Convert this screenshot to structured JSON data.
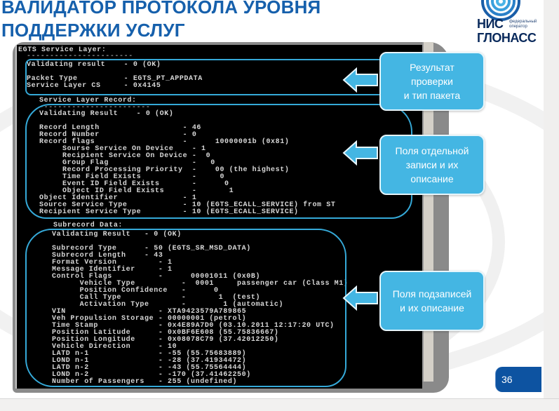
{
  "slide": {
    "title_line1": "ВАЛИДАТОР ПРОТОКОЛА УРОВНЯ",
    "title_line2": "ПОДДЕРЖКИ УСЛУГ",
    "page_number": "36",
    "colors": {
      "title": "#1660ac",
      "callout": "#44b6e3",
      "highlight": "#35a9d8",
      "page_badge": "#0d53a1"
    }
  },
  "logo": {
    "name_line1": "НИС",
    "name_line2": "ГЛОНАСС",
    "subtitle_line1": "федеральный",
    "subtitle_line2": "оператор",
    "icon": "signal-waves-icon"
  },
  "console": {
    "header": "EGTS Service Layer:",
    "separator": "-----------------------",
    "service_layer": [
      "Validating result    - 0 (OK)",
      "",
      "Packet Type          - EGTS_PT_APPDATA",
      "Service Layer CS     - 0x4145"
    ],
    "record_header": "Service Layer Record:",
    "record_separator": "------------------------",
    "record": [
      "Validating Result    - 0 (OK)",
      "",
      "Record Length                  - 46",
      "Record Number                  - 0",
      "Record flags                   -      10000001b (0x81)",
      "     Sourse Service On Device    - 1",
      "     Recipient Service On Device -  0",
      "     Group Flag                  -   0",
      "     Record Processing Priority  -    00 (the highest)",
      "     Time Field Exists           -     0",
      "     Event ID Field Exists       -      0",
      "     Object ID Field Exists      -       1",
      "Object Identifier              - 1",
      "Source Service Type            - 10 (EGTS_ECALL_SERVICE) from ST",
      "Recipient Service Type         - 10 (EGTS_ECALL_SERVICE)"
    ],
    "subrecord_header": "Subrecord Data:",
    "subrecord": [
      "Validating Result   - 0 (OK)",
      "",
      "Subrecord Type      - 50 (EGTS_SR_MSD_DATA)",
      "Subrecord Length    - 43",
      "Format Version         - 1",
      "Message Identifier     - 1",
      "Control Flags          -      00001011 (0x0B)",
      "      Vehicle Type          -  0001     passenger car (Class M1)",
      "      Position Confidence   -      0",
      "      Call Type             -       1  (test)",
      "      Activation Type       -        1 (automatic)",
      "VIN                    - XTA9423579A789865",
      "Veh Propulsion Storage - 00000001 (petrol)",
      "Time Stamp             - 0x4E89A7D0 (03.10.2011 12:17:20 UTC)",
      "Position Latitude      - 0x0BF6E608 (55.75836667)",
      "Position Longitude     - 0x08078C79 (37.42012250)",
      "Vehicle Direction      - 10",
      "LATD n-1               - -55 (55.75683889)",
      "LOND n-1               - -28 (37.41934472)",
      "LATD n-2               - -43 (55.75564444)",
      "LOND n-2               - -170 (37.41462250)",
      "Number of Passengers   - 255 (undefined)"
    ]
  },
  "callouts": [
    {
      "line1": "Результат",
      "line2": "проверки",
      "line3": "и тип пакета",
      "icon": "arrow-left-icon"
    },
    {
      "line1": "Поля отдельной",
      "line2": "записи и их",
      "line3": "описание",
      "icon": "arrow-left-icon"
    },
    {
      "line1": "Поля подзаписей",
      "line2": "и их описание",
      "icon": "arrow-left-icon"
    }
  ]
}
